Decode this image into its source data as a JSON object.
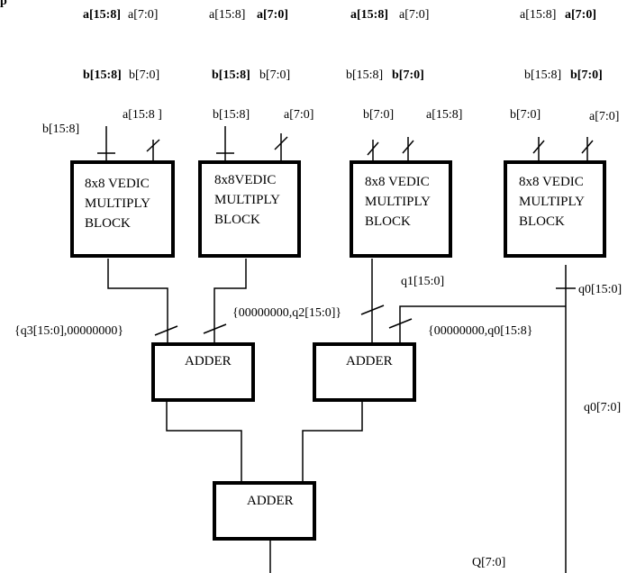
{
  "header": {
    "a_row": [
      {
        "hi": "a[15:8]",
        "lo": "a[7:0]",
        "bold": "hi"
      },
      {
        "hi": "a[15:8]",
        "lo": "a[7:0]",
        "bold": "lo"
      },
      {
        "hi": "a[15:8]",
        "lo": "a[7:0]",
        "bold": "hi"
      },
      {
        "hi": "a[15:8]",
        "lo": "a[7:0]",
        "bold": "lo"
      }
    ],
    "b_row": [
      {
        "hi": "b[15:8]",
        "lo": "b[7:0]",
        "bold": "hi"
      },
      {
        "hi": "b[15:8]",
        "lo": "b[7:0]",
        "bold": "hi"
      },
      {
        "hi": "b[15:8]",
        "lo": "b[7:0]",
        "bold": "lo"
      },
      {
        "hi": "b[15:8]",
        "lo": "b[7:0]",
        "bold": "lo"
      }
    ]
  },
  "multipliers": [
    {
      "lines": [
        "8x8 VEDIC",
        "MULTIPLY",
        "BLOCK"
      ],
      "in_left": "b[15:8]",
      "in_right": "a[15:8 ]"
    },
    {
      "lines": [
        "8x8VEDIC",
        "MULTIPLY",
        "BLOCK"
      ],
      "in_left": "b[15:8]",
      "in_right": "a[7:0]"
    },
    {
      "lines": [
        "8x8 VEDIC",
        "MULTIPLY",
        "BLOCK"
      ],
      "in_left": "b[7:0]",
      "in_right": "a[15:8]"
    },
    {
      "lines": [
        "8x8 VEDIC",
        "MULTIPLY",
        "BLOCK"
      ],
      "in_left": "b[7:0]",
      "in_right": "a[7:0]"
    }
  ],
  "adders": [
    "ADDER",
    "ADDER",
    "ADDER"
  ],
  "signals": {
    "q3": "{q3[15:0],00000000}",
    "q2": "{00000000,q2[15:0]}",
    "q1": "q1[15:0]",
    "q0_pad": "{00000000,q0[15:8}",
    "q0": "q0[15:0]",
    "q0_low": "q0[7:0]",
    "out": "Q[7:0]"
  }
}
